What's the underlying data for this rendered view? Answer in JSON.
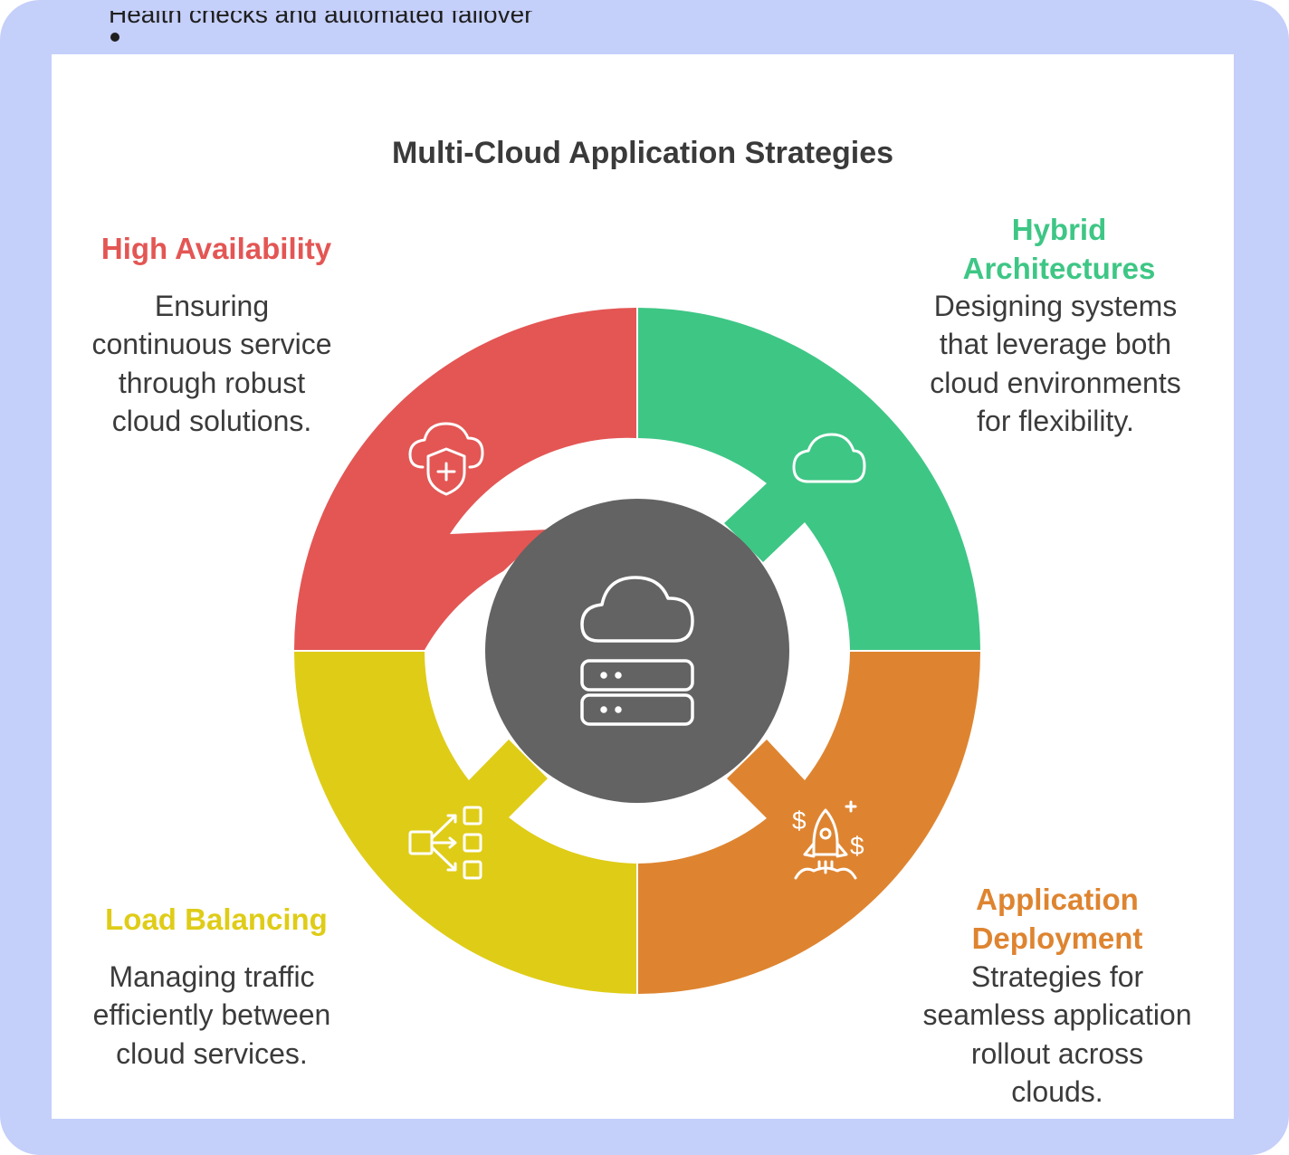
{
  "background_snippet": "Health checks and automated failover",
  "diagram": {
    "title": "Multi-Cloud Application Strategies",
    "colors": {
      "red": "#e35654",
      "green": "#3ec685",
      "yellow": "#dfcc17",
      "orange": "#de8430",
      "center": "#636363"
    },
    "segments": [
      {
        "id": "high-availability",
        "heading": "High Availability",
        "description": "Ensuring continuous service through robust cloud solutions.",
        "icon": "cloud-shield-plus-icon",
        "color": "#e35654"
      },
      {
        "id": "hybrid-architectures",
        "heading": "Hybrid Architectures",
        "description": "Designing systems that leverage both cloud environments for flexibility.",
        "icon": "cloud-icon",
        "color": "#3ec685"
      },
      {
        "id": "load-balancing",
        "heading": "Load Balancing",
        "description": "Managing traffic efficiently between cloud services.",
        "icon": "traffic-split-icon",
        "color": "#dfcc17"
      },
      {
        "id": "application-deployment",
        "heading": "Application Deployment",
        "description": "Strategies for seamless application rollout across clouds.",
        "icon": "rocket-dollar-icon",
        "color": "#de8430"
      }
    ],
    "center_icon": "cloud-server-icon"
  }
}
